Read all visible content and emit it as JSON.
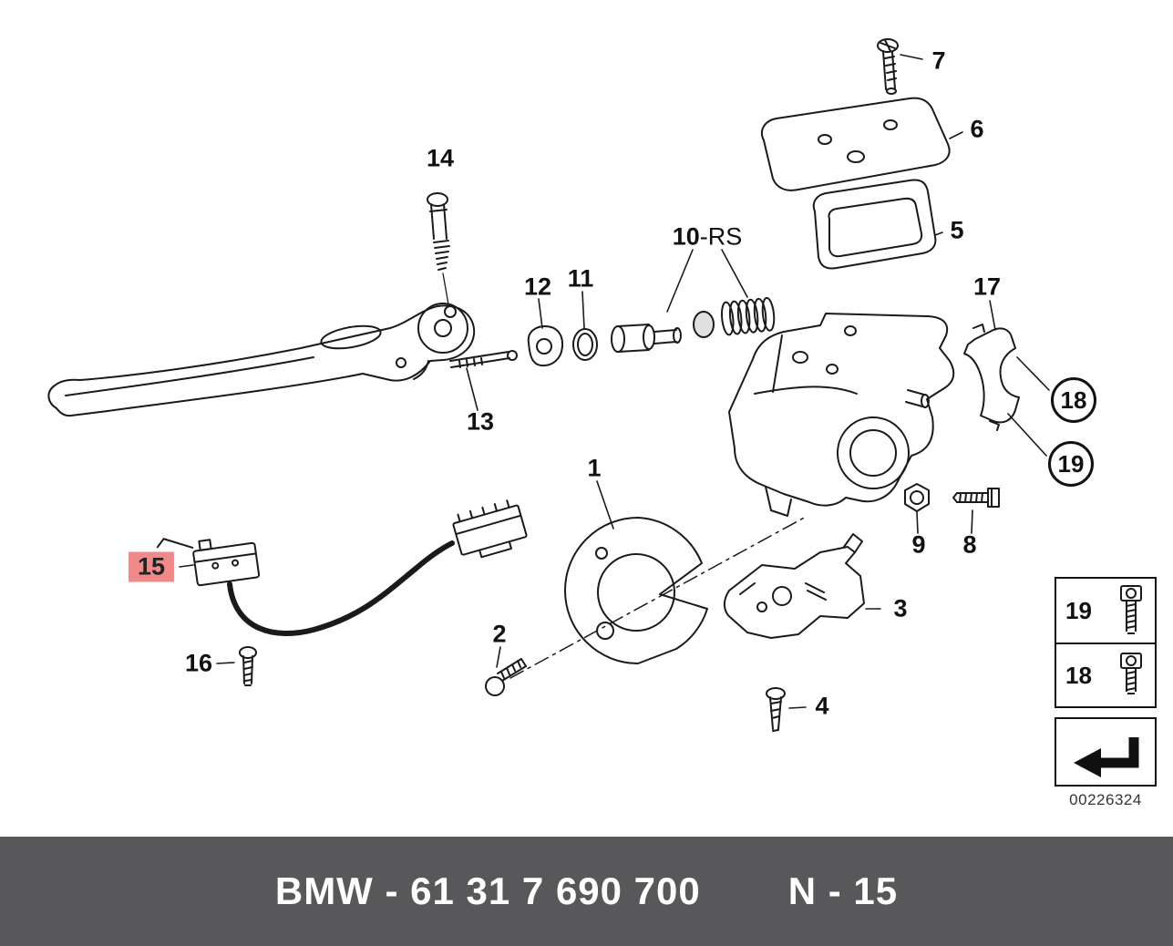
{
  "diagram": {
    "image_number": "00226324",
    "labels": {
      "p1": "1",
      "p2": "2",
      "p3": "3",
      "p4": "4",
      "p5": "5",
      "p6": "6",
      "p7": "7",
      "p8": "8",
      "p9": "9",
      "p10": "10",
      "p10_suffix": "-RS",
      "p11": "11",
      "p12": "12",
      "p13": "13",
      "p14": "14",
      "p15": "15",
      "p16": "16",
      "p17": "17",
      "p18_circle": "18",
      "p19_circle": "19"
    },
    "legend": {
      "row1": "19",
      "row2": "18"
    }
  },
  "footer": {
    "part_number": "BMW - 61 31 7 690 700",
    "code": "N - 15"
  },
  "colors": {
    "highlight": "#f0898a",
    "footer_bg": "#58585a",
    "line": "#1a1a1a"
  }
}
